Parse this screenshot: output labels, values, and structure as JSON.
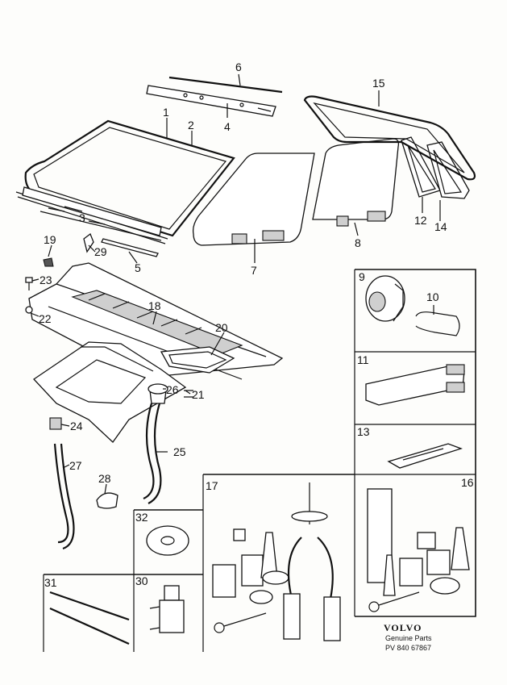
{
  "callouts": [
    "1",
    "2",
    "3",
    "4",
    "5",
    "6",
    "7",
    "8",
    "9",
    "10",
    "11",
    "12",
    "13",
    "14",
    "15",
    "16",
    "17",
    "18",
    "19",
    "20",
    "21",
    "22",
    "23",
    "24",
    "25",
    "26",
    "27",
    "28",
    "29",
    "30",
    "31",
    "32"
  ],
  "brand": {
    "name": "VOLVO",
    "line": "Genuine Parts",
    "ref": "PV 840 67867"
  }
}
